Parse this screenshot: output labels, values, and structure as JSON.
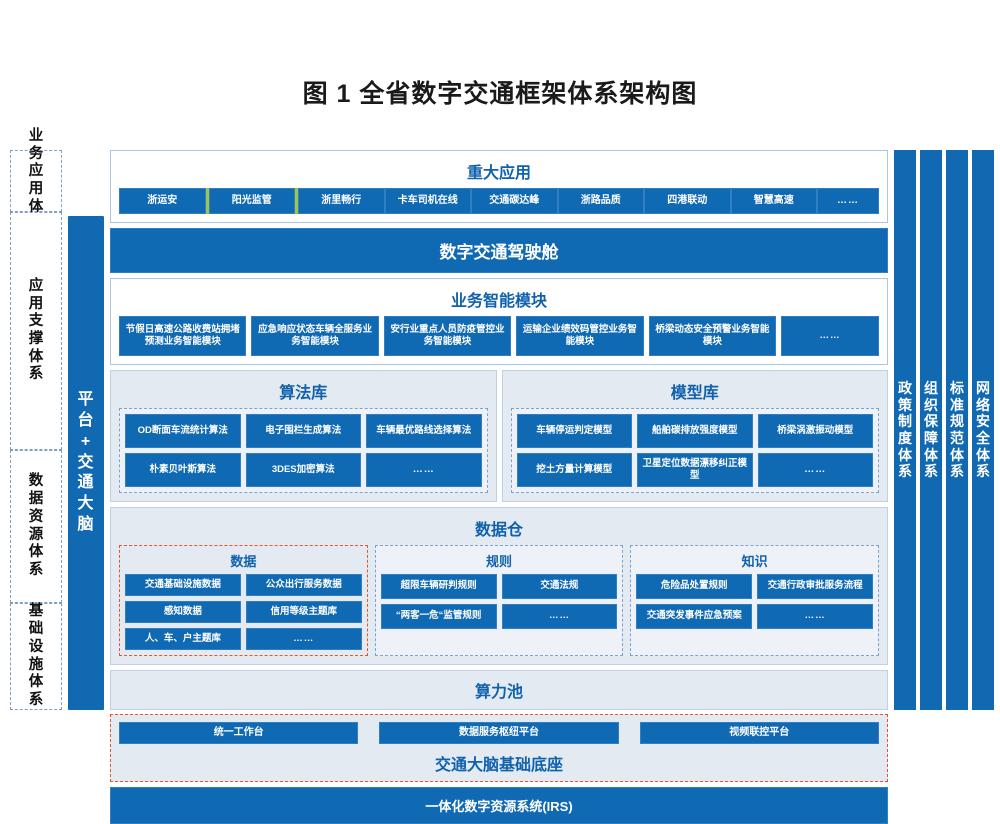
{
  "title": "图 1  全省数字交通框架体系架构图",
  "colors": {
    "box_blue": "#1069b3",
    "panel_tint": "#e4eaf2",
    "dashed_red": "#e2552e",
    "dashed_blue": "#7ba3cf",
    "heading_blue": "#1062ad",
    "separator_green": "#9fc54a"
  },
  "tiers": [
    {
      "label": "业务应用体系"
    },
    {
      "label": "应用支撑体系"
    },
    {
      "label": "数据资源体系"
    },
    {
      "label": "基础设施体系"
    }
  ],
  "platform_bar": {
    "label": "平台 + 交通大脑"
  },
  "right_systems": [
    {
      "label": "政策制度体系"
    },
    {
      "label": "组织保障体系"
    },
    {
      "label": "标准规范体系"
    },
    {
      "label": "网络安全体系"
    }
  ],
  "major_applications": {
    "heading": "重大应用",
    "items": [
      {
        "label": "浙运安"
      },
      {
        "label": "阳光监管"
      },
      {
        "label": "浙里畅行"
      },
      {
        "label": "卡车司机在线"
      },
      {
        "label": "交通碳达峰"
      },
      {
        "label": "浙路品质"
      },
      {
        "label": "四港联动"
      },
      {
        "label": "智慧高速"
      },
      {
        "label": "……"
      }
    ]
  },
  "cockpit": {
    "label": "数字交通驾驶舱"
  },
  "business_modules": {
    "heading": "业务智能模块",
    "items": [
      {
        "label": "节假日高速公路收费站拥堵预测业务智能模块"
      },
      {
        "label": "应急响应状态车辆全服务业务智能模块"
      },
      {
        "label": "安行业重点人员防疫管控业务智能模块"
      },
      {
        "label": "运输企业绩效码管控业务智能模块"
      },
      {
        "label": "桥梁动态安全预警业务智能模块"
      },
      {
        "label": "……"
      }
    ]
  },
  "algorithm_library": {
    "heading": "算法库",
    "items": [
      {
        "label": "OD断面车流统计算法"
      },
      {
        "label": "电子围栏生成算法"
      },
      {
        "label": "车辆最优路线选择算法"
      },
      {
        "label": "朴素贝叶斯算法"
      },
      {
        "label": "3DES加密算法"
      },
      {
        "label": "……"
      }
    ]
  },
  "model_library": {
    "heading": "模型库",
    "items": [
      {
        "label": "车辆停运判定模型"
      },
      {
        "label": "船舶碳排放强度模型"
      },
      {
        "label": "桥梁涡激振动模型"
      },
      {
        "label": "挖土方量计算模型"
      },
      {
        "label": "卫星定位数据漂移纠正模型"
      },
      {
        "label": "……"
      }
    ]
  },
  "data_warehouse": {
    "heading": "数据仓",
    "columns": [
      {
        "heading": "数据",
        "items": [
          {
            "label": "交通基础设施数据"
          },
          {
            "label": "公众出行服务数据"
          },
          {
            "label": "感知数据"
          },
          {
            "label": "信用等级主题库"
          },
          {
            "label": "人、车、户主题库"
          },
          {
            "label": "……"
          }
        ]
      },
      {
        "heading": "规则",
        "items": [
          {
            "label": "超限车辆研判规则"
          },
          {
            "label": "交通法规"
          },
          {
            "label": "“两客一危“监管规则"
          },
          {
            "label": "……"
          }
        ]
      },
      {
        "heading": "知识",
        "items": [
          {
            "label": "危险品处置规则"
          },
          {
            "label": "交通行政审批服务流程"
          },
          {
            "label": "交通突发事件应急预案"
          },
          {
            "label": "……"
          }
        ]
      }
    ]
  },
  "compute_pool": {
    "label": "算力池"
  },
  "foundation": {
    "title": "交通大脑基础底座",
    "items": [
      {
        "label": "统一工作台"
      },
      {
        "label": "数据服务枢纽平台"
      },
      {
        "label": "视频联控平台"
      }
    ]
  },
  "irs": {
    "label": "一体化数字资源系统(IRS)"
  }
}
